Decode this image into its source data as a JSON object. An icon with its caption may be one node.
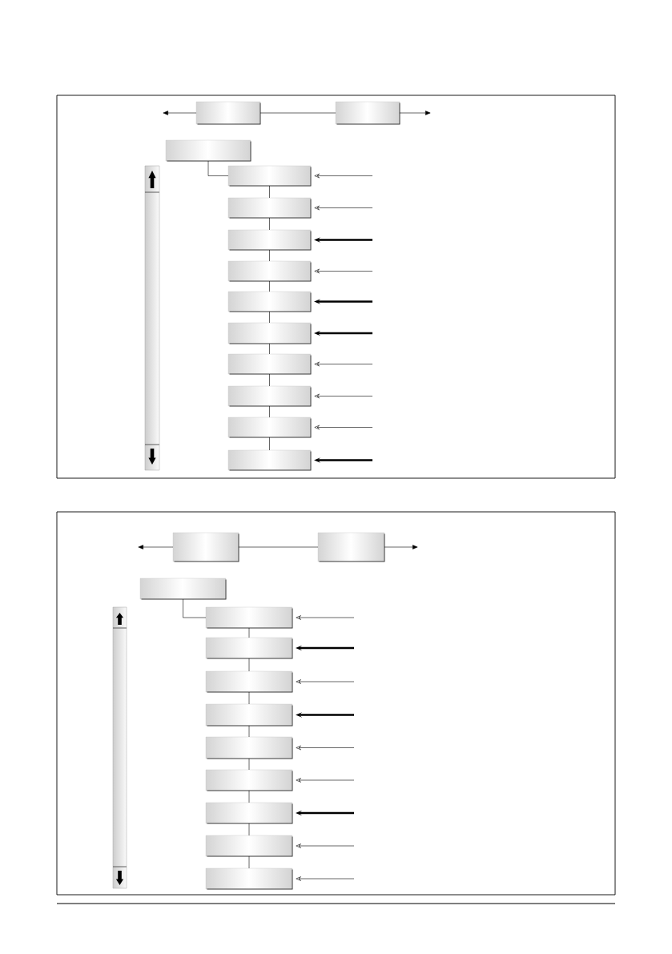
{
  "diagram": {
    "nodes": [
      {
        "text": [],
        "shape": "box"
      },
      {
        "text": [],
        "shape": "box",
        "in": 0
      },
      {
        "text": [],
        "shape": "box",
        "in": 0
      },
      {
        "text": [],
        "shape": "box",
        "in": 0
      },
      {
        "text": [],
        "shape": "box",
        "in": 0
      },
      {
        "text": [],
        "shape": "box",
        "in": 0
      },
      {
        "text": [],
        "shape": "box",
        "in": 0
      },
      {
        "text": [],
        "shape": "box",
        "in": 0
      },
      {
        "text": [],
        "shape": "box",
        "in": 0
      },
      {
        "text": [],
        "shape": "box",
        "in": 0
      },
      {
        "text": [],
        "shape": "box",
        "in": 0
      },
      {
        "text": [],
        "shape": "box",
        "in": 0
      },
      {
        "text": [],
        "shape": "box",
        "in": 0
      },
      {
        "text": [],
        "shape": "box",
        "in": 0
      },
      {
        "text": [],
        "shape": "box"
      },
      {
        "text": [],
        "shape": "box",
        "in": 14
      },
      {
        "text": [],
        "shape": "box",
        "in": 14
      },
      {
        "text": [],
        "shape": "box",
        "in": 14
      },
      {
        "text": [],
        "shape": "box",
        "in": 14
      },
      {
        "text": [],
        "shape": "box",
        "in": 14
      },
      {
        "text": [],
        "shape": "box",
        "in": 14
      },
      {
        "text": [],
        "shape": "box",
        "in": 14
      },
      {
        "text": [],
        "shape": "box",
        "in": 14
      },
      {
        "text": [],
        "shape": "box",
        "in": 14
      },
      {
        "text": [],
        "shape": "box",
        "in": 14
      },
      {
        "text": [],
        "shape": "box",
        "in": 14
      },
      {
        "text": [],
        "shape": "box",
        "in": 14
      }
    ],
    "edges": [
      {
        "from": 1,
        "to": null,
        "arrow": "to"
      },
      {
        "from": 1,
        "to": 2,
        "arrow": "none"
      },
      {
        "from": 2,
        "to": null,
        "arrow": "to"
      },
      {
        "from": 3,
        "to": 4,
        "arrow": "none"
      },
      {
        "from": 4,
        "to": 5,
        "arrow": "none"
      },
      {
        "from": 5,
        "to": 6,
        "arrow": "none"
      },
      {
        "from": 6,
        "to": 7,
        "arrow": "none"
      },
      {
        "from": 7,
        "to": 8,
        "arrow": "none"
      },
      {
        "from": 8,
        "to": 9,
        "arrow": "none"
      },
      {
        "from": 9,
        "to": 10,
        "arrow": "none"
      },
      {
        "from": 10,
        "to": 11,
        "arrow": "none"
      },
      {
        "from": 11,
        "to": 12,
        "arrow": "none"
      },
      {
        "from": 12,
        "to": 13,
        "arrow": "none"
      },
      {
        "from": null,
        "to": 4,
        "arrow": "to"
      },
      {
        "from": null,
        "to": 5,
        "arrow": "to"
      },
      {
        "from": null,
        "to": 6,
        "arrow": "to",
        "style": "thick"
      },
      {
        "from": null,
        "to": 7,
        "arrow": "to"
      },
      {
        "from": null,
        "to": 8,
        "arrow": "to",
        "style": "thick"
      },
      {
        "from": null,
        "to": 9,
        "arrow": "to",
        "style": "thick"
      },
      {
        "from": null,
        "to": 10,
        "arrow": "to"
      },
      {
        "from": null,
        "to": 11,
        "arrow": "to"
      },
      {
        "from": null,
        "to": 12,
        "arrow": "to"
      },
      {
        "from": null,
        "to": 13,
        "arrow": "to",
        "style": "thick"
      },
      {
        "from": 15,
        "to": null,
        "arrow": "to"
      },
      {
        "from": 15,
        "to": 16,
        "arrow": "none"
      },
      {
        "from": 16,
        "to": null,
        "arrow": "to"
      },
      {
        "from": 17,
        "to": 18,
        "arrow": "none"
      },
      {
        "from": 18,
        "to": 19,
        "arrow": "none"
      },
      {
        "from": 19,
        "to": 20,
        "arrow": "none"
      },
      {
        "from": 20,
        "to": 21,
        "arrow": "none"
      },
      {
        "from": 21,
        "to": 22,
        "arrow": "none"
      },
      {
        "from": 22,
        "to": 23,
        "arrow": "none"
      },
      {
        "from": 23,
        "to": 24,
        "arrow": "none"
      },
      {
        "from": 24,
        "to": 25,
        "arrow": "none"
      },
      {
        "from": 25,
        "to": 26,
        "arrow": "none"
      },
      {
        "from": null,
        "to": 18,
        "arrow": "to"
      },
      {
        "from": null,
        "to": 19,
        "arrow": "to",
        "style": "thick"
      },
      {
        "from": null,
        "to": 20,
        "arrow": "to"
      },
      {
        "from": null,
        "to": 21,
        "arrow": "to",
        "style": "thick"
      },
      {
        "from": null,
        "to": 22,
        "arrow": "to"
      },
      {
        "from": null,
        "to": 23,
        "arrow": "to"
      },
      {
        "from": null,
        "to": 24,
        "arrow": "to",
        "style": "thick"
      },
      {
        "from": null,
        "to": 25,
        "arrow": "to"
      },
      {
        "from": null,
        "to": 26,
        "arrow": "to"
      }
    ]
  }
}
